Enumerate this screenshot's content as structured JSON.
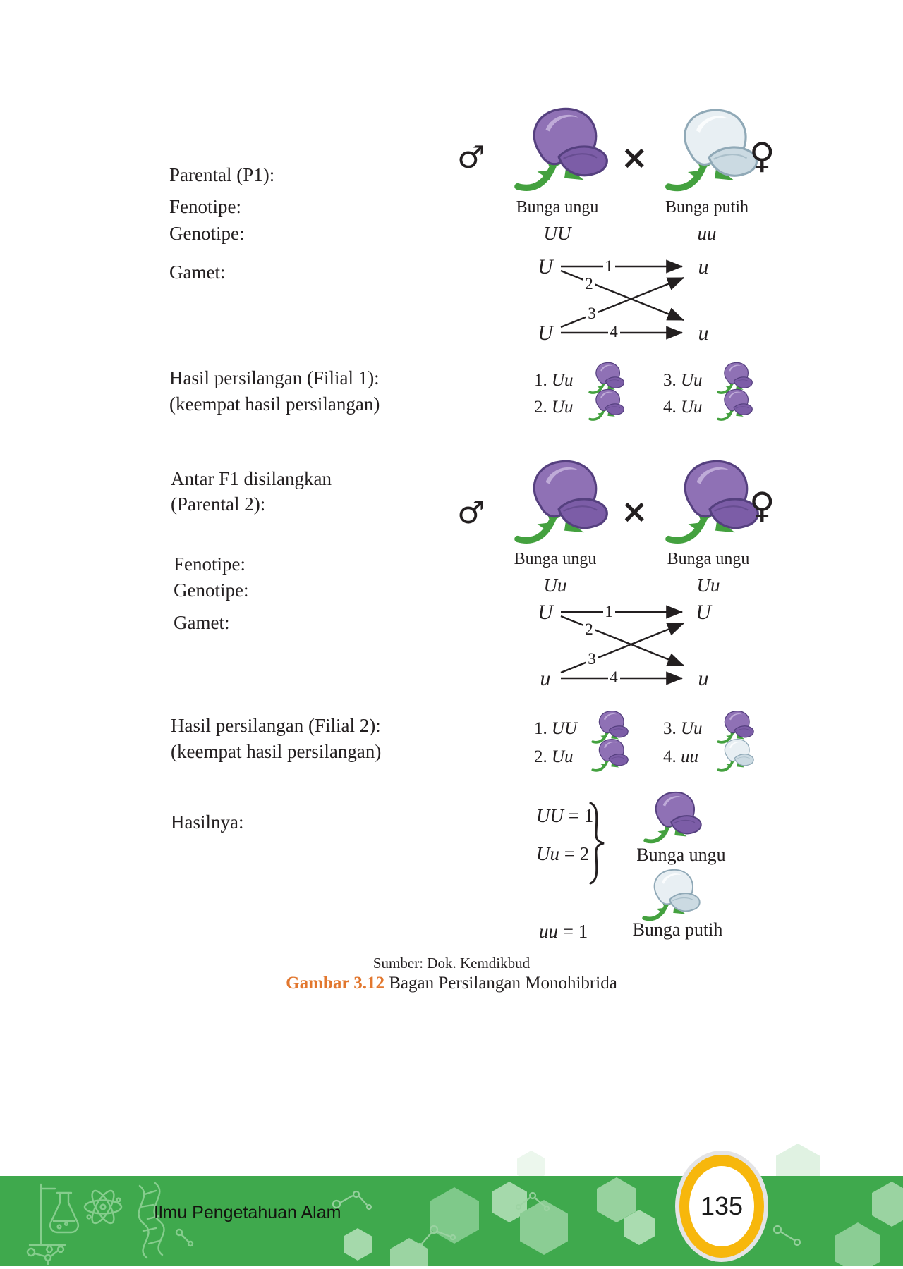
{
  "symbols": {
    "male": "♂",
    "female": "♀",
    "cross": "×"
  },
  "colors": {
    "band_green": "#3FA94D",
    "accent_orange": "#E2772E",
    "ring_yellow": "#F7B70C",
    "petal_purple": "#8F71B5",
    "petal_white": "#E8EFF3"
  },
  "section1": {
    "title": "Parental (P1):",
    "fenotipe_label": "Fenotipe:",
    "genotipe_label": "Genotipe:",
    "gamet_label": "Gamet:",
    "parents": {
      "left": {
        "phenotype": "Bunga ungu",
        "genotype": "UU"
      },
      "right": {
        "phenotype": "Bunga putih",
        "genotype": "uu"
      }
    },
    "gametes": {
      "left_top": "U",
      "left_bottom": "U",
      "right_top": "u",
      "right_bottom": "u",
      "numbers": [
        "1",
        "2",
        "3",
        "4"
      ]
    },
    "filial_title": "Hasil persilangan (Filial 1):",
    "filial_subtitle": "(keempat hasil persilangan)",
    "results": [
      {
        "num": "1.",
        "genotype": "Uu"
      },
      {
        "num": "2.",
        "genotype": "Uu"
      },
      {
        "num": "3.",
        "genotype": "Uu"
      },
      {
        "num": "4.",
        "genotype": "Uu"
      }
    ]
  },
  "section2": {
    "title": "Antar F1 disilangkan",
    "subtitle": "(Parental 2):",
    "fenotipe_label": "Fenotipe:",
    "genotipe_label": "Genotipe:",
    "gamet_label": "Gamet:",
    "parents": {
      "left": {
        "phenotype": "Bunga ungu",
        "genotype": "Uu"
      },
      "right": {
        "phenotype": "Bunga ungu",
        "genotype": "Uu"
      }
    },
    "gametes": {
      "left_top": "U",
      "left_bottom": "u",
      "right_top": "U",
      "right_bottom": "u",
      "numbers": [
        "1",
        "2",
        "3",
        "4"
      ]
    },
    "filial_title": "Hasil persilangan (Filial 2):",
    "filial_subtitle": "(keempat hasil persilangan)",
    "results": [
      {
        "num": "1.",
        "genotype": "UU"
      },
      {
        "num": "2.",
        "genotype": "Uu"
      },
      {
        "num": "3.",
        "genotype": "Uu"
      },
      {
        "num": "4.",
        "genotype": "uu"
      }
    ]
  },
  "summary": {
    "label": "Hasilnya:",
    "rows": [
      {
        "genotype": "UU",
        "count": "= 1"
      },
      {
        "genotype": "Uu",
        "count": "= 2"
      },
      {
        "genotype": "uu",
        "count": "= 1"
      }
    ],
    "phenotypes": [
      {
        "label": "Bunga ungu"
      },
      {
        "label": "Bunga putih"
      }
    ]
  },
  "caption": {
    "source": "Sumber: Dok. Kemdikbud",
    "figure_label": "Gambar 3.12",
    "figure_title": "Bagan Persilangan Monohibrida"
  },
  "footer": {
    "book_title": "Ilmu Pengetahuan Alam",
    "page_number": "135"
  }
}
